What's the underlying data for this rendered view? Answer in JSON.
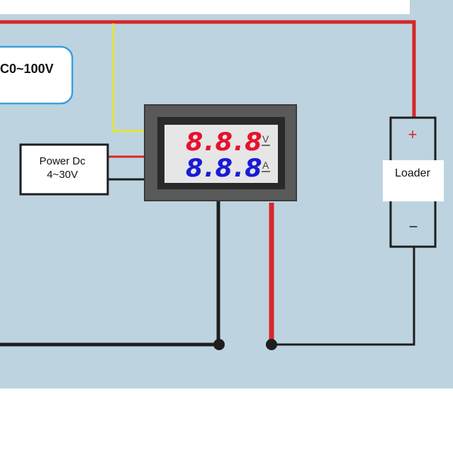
{
  "voltage_label": "C0~100V",
  "power_supply": {
    "name": "Power Dc",
    "range": "4~30V"
  },
  "meter": {
    "voltage_reading": "8.8.8",
    "voltage_unit": "V",
    "current_reading": "8.8.8",
    "current_unit": "A"
  },
  "loader": {
    "label": "Loader",
    "positive": "+",
    "negative": "−"
  },
  "colors": {
    "background": "#bdd4e0",
    "wire_red": "#d62828",
    "wire_black": "#1e1e1e",
    "wire_yellow": "#e8e23a",
    "meter_frame": "#555555",
    "meter_screen": "#e6e6e6",
    "digit_red": "#e8112d",
    "digit_blue": "#1a1ad6",
    "callout_border": "#3aa0dc"
  }
}
